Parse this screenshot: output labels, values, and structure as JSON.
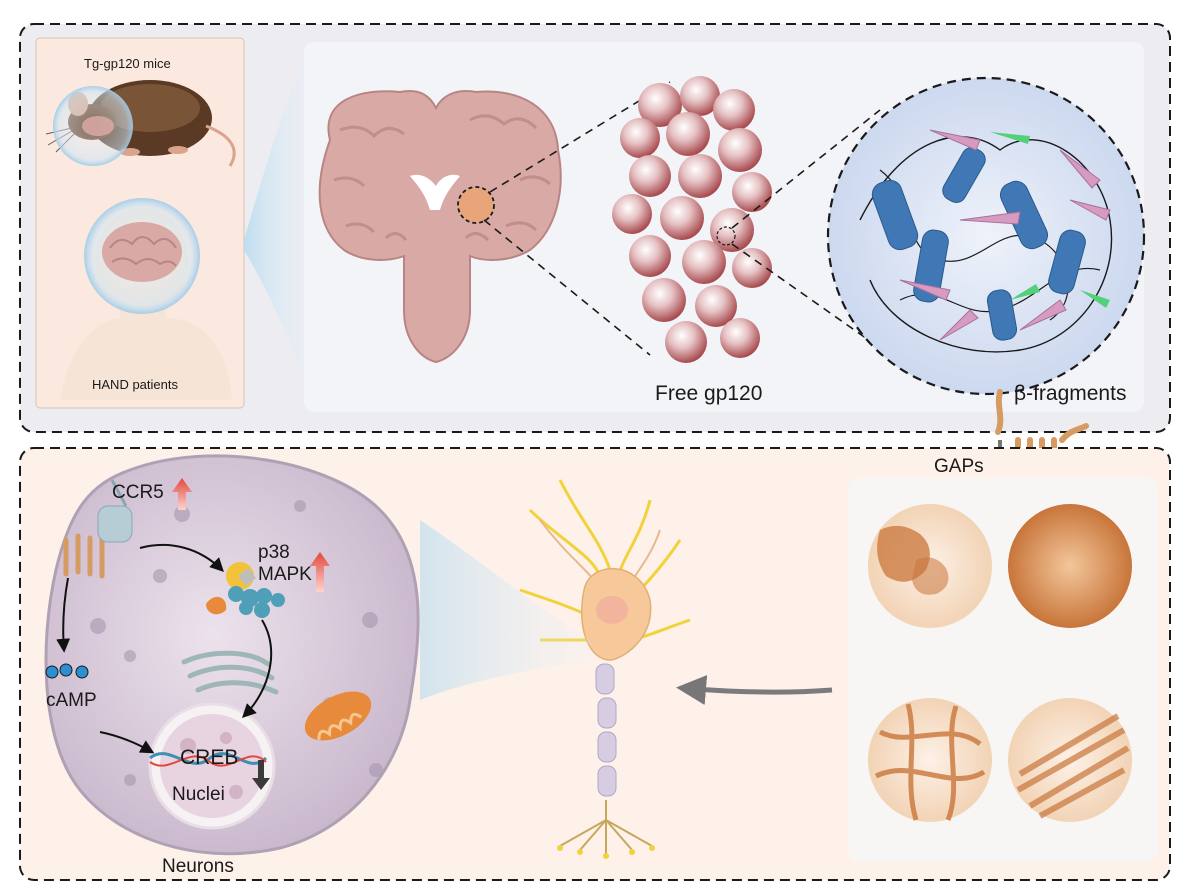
{
  "top_panel": {
    "mice_label": "Tg-gp120 mice",
    "patients_label": "HAND patients",
    "free_gp120_label": "Free gp120",
    "fragments_label": "β-fragments"
  },
  "bottom_panel": {
    "gaps_label": "GAPs",
    "ccr5_label": "CCR5",
    "p38_label": "p38",
    "mapk_label": "MAPK",
    "camp_label": "cAMP",
    "creb_label": "CREB",
    "nuclei_label": "Nuclei",
    "neurons_label": "Neurons"
  },
  "colors": {
    "panel_border": "#1a1a1a",
    "top_bg": "#ececf1",
    "bottom_bg": "#fdf1ea",
    "brain": "#d9a9a6",
    "gp120": "#a84b4f",
    "helix_blue": "#3f78b5",
    "sheet_pink": "#d79ac1",
    "up_arrow": "#e8645a",
    "fibril": "#c8753a",
    "cell": "#c3b1c6"
  }
}
